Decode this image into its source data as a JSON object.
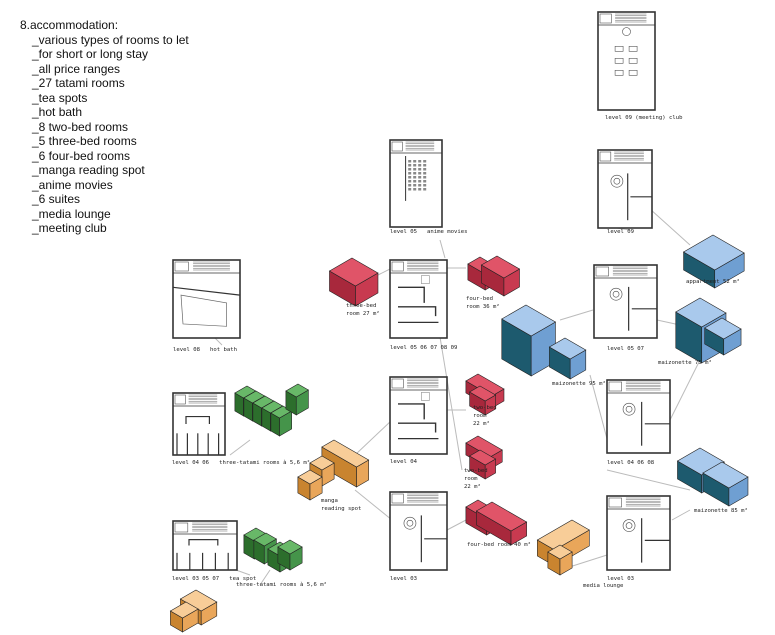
{
  "heading": "8.accommodation:",
  "features": [
    "_various types of rooms to let",
    "_for short or long stay",
    "_all price ranges",
    "_27 tatami rooms",
    "_tea spots",
    "_hot bath",
    "_8 two-bed rooms",
    "_5 three-bed rooms",
    "_6 four-bed rooms",
    "_manga reading spot",
    "_anime movies",
    "_6 suites",
    "_media lounge",
    "_meeting club"
  ],
  "labels": {
    "l09club": "level 09 (meeting) club",
    "l05anime": "level 05   anime movies",
    "l09": "level 09",
    "appartment": "appartment 52 m²",
    "l08": "level 08   hot bath",
    "threebed": "three-bed\nroom 27 m²",
    "fourbed36": "four-bed\nroom 36 m²",
    "l0509": "level 05 06 07 08 09",
    "l0507": "level 05 07",
    "maiz75": "maizonette 75 m²",
    "maiz95": "maizonette 95 m²",
    "twobed1": "two-bed\nroom\n22 m²",
    "l0406": "level 04 06   three-tatami rooms à 5,6 m²",
    "l04": "level 04",
    "l040608": "level 04 06 08",
    "twobed2": "two-bed\nroom\n22 m²",
    "manga": "manga\nreading spot",
    "maiz85": "maizonette 85 m²",
    "fourbed40": "four-bed room 40 m²",
    "l03": "level 03",
    "l030507": "level 03 05 07   tea spot",
    "tatami2": "three-tatami rooms à 5,6 m²",
    "l03r": "level 03",
    "media": "media lounge"
  },
  "colors": {
    "red": [
      "#e05468",
      "#a8283c",
      "#c83a50"
    ],
    "blue": [
      "#a9c9ec",
      "#1d5a6e",
      "#6f9fd2"
    ],
    "green": [
      "#68b868",
      "#2c6e2c",
      "#45944a"
    ],
    "orange": [
      "#f8cd98",
      "#c9842f",
      "#e9a65a"
    ],
    "line": "#bbbbbb",
    "wall": "#333333"
  }
}
